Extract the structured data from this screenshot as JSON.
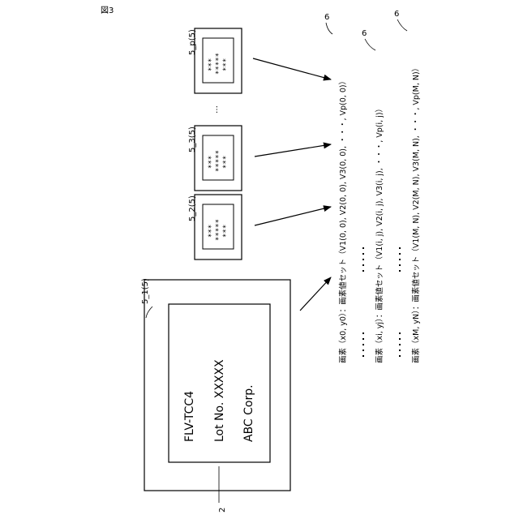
{
  "figure_label": "図3",
  "main_image": {
    "label": "5_1(5)",
    "ref": "2",
    "lines": [
      "FLV-TCC4",
      "Lot No.  XXXXX",
      "ABC Corp."
    ]
  },
  "thumbnails": [
    {
      "label": "5_2(5)",
      "stars": [
        "***",
        "*****",
        "***"
      ]
    },
    {
      "label": "5_3(5)",
      "stars": [
        "***",
        "*****",
        "***"
      ]
    },
    {
      "label": "5_p(5)",
      "stars": [
        "***",
        "*****",
        "***"
      ]
    }
  ],
  "ellipsis": "…",
  "pixel_sets": [
    {
      "text": "画素（x0, y0）：画素値セット（V1(0, 0), V2(0, 0), V3(0, 0), ・・・, Vp(0, 0)）",
      "ref": "6"
    },
    {
      "text": "画素（xi, yj）：画素値セット（V1(i, j), V2(i, j), V3(i, j), ・・・, Vp(i, j)）",
      "ref": "6"
    },
    {
      "text": "画素（xM, yN）：画素値セット（V1(M, N), V2(M, N), V3(M, N), ・・・, Vp(M, N)）",
      "ref": "6"
    }
  ]
}
